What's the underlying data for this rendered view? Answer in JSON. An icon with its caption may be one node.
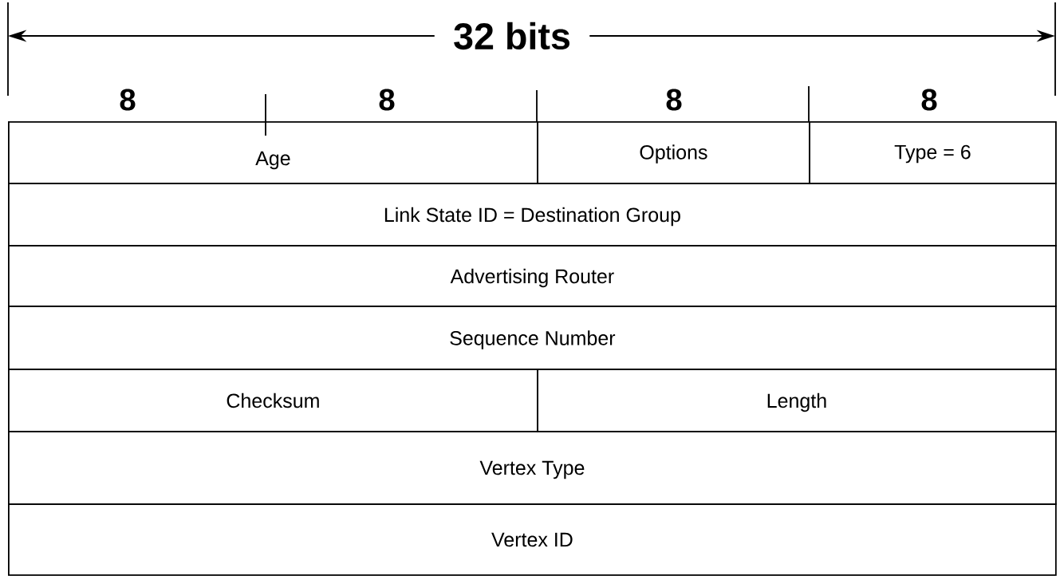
{
  "diagram": {
    "nodes": [
      {
        "text": [
          "Age"
        ]
      },
      {
        "text": [
          "Options"
        ]
      },
      {
        "text": [
          "Type = 6"
        ]
      },
      {
        "text": [
          "Link State ID = Destination Group"
        ]
      },
      {
        "text": [
          "Advertising Router"
        ]
      },
      {
        "text": [
          "Sequence Number"
        ]
      },
      {
        "text": [
          "Checksum"
        ]
      },
      {
        "text": [
          "Length"
        ]
      },
      {
        "text": [
          "Vertex Type"
        ]
      },
      {
        "text": [
          "Vertex ID"
        ]
      }
    ],
    "labels": [
      "32 bits",
      "8",
      "8",
      "8",
      "8"
    ]
  }
}
